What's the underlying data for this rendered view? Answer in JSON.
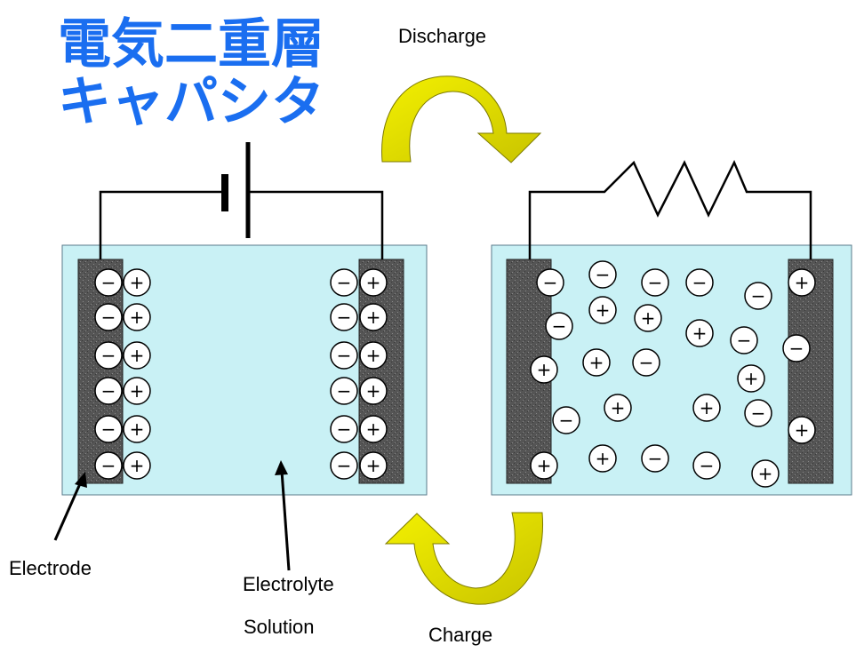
{
  "title": {
    "line1": "電気二重層",
    "line2": "キャパシタ"
  },
  "labels": {
    "discharge": "Discharge",
    "charge": "Charge",
    "electrode": "Electrode",
    "electrolyte_line1": "Electrolyte",
    "electrolyte_line2": "Solution"
  },
  "ions": {
    "positive": "+",
    "negative": "−"
  },
  "colors": {
    "title": "#1a6ef0",
    "electrolyte": "#c9f1f5",
    "electrode": "#555555",
    "arrow": "#d8d400",
    "arrow_shade": "#9c9a00"
  },
  "icons": {
    "battery": "battery-icon",
    "resistor": "resistor-icon"
  }
}
